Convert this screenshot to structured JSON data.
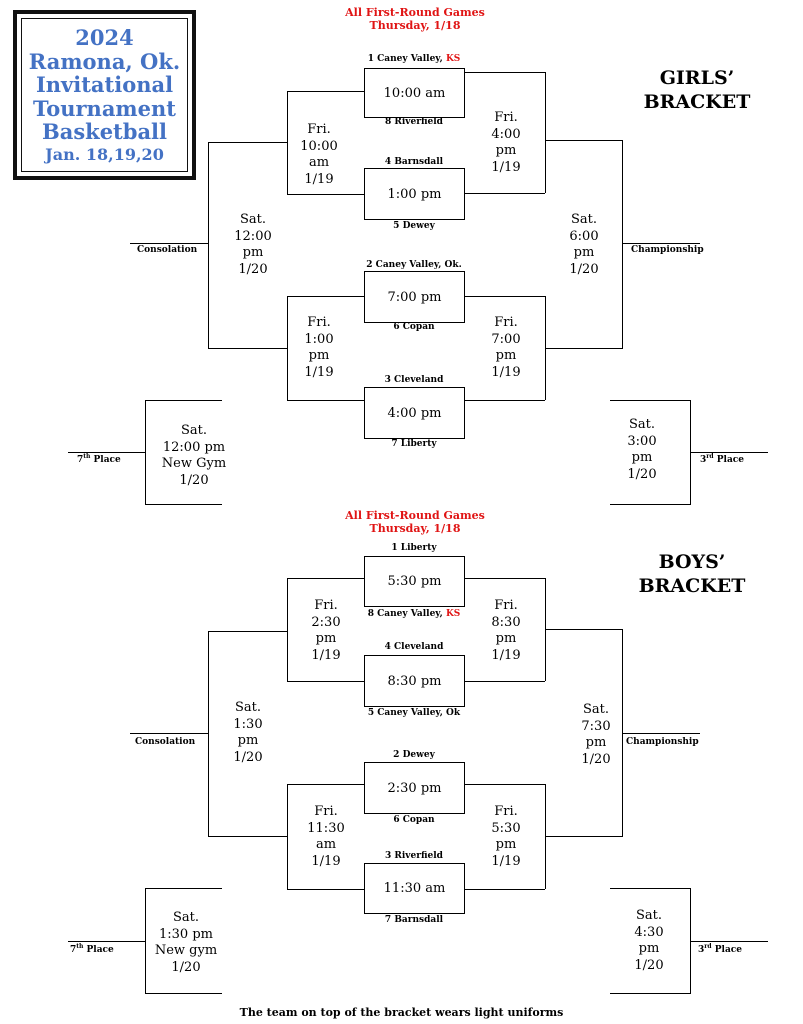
{
  "header": {
    "year": "2024",
    "line1": "Ramona, Ok.",
    "line2": "Invitational",
    "line3": "Tournament",
    "line4": "Basketball",
    "dates": "Jan. 18,19,20"
  },
  "girls": {
    "first_round_head": "All First-Round Games",
    "first_round_day": "Thursday, 1/18",
    "title_line1": "GIRLS’",
    "title_line2": "BRACKET",
    "games": [
      {
        "top_team": "1 Caney Valley, ",
        "top_ks": "KS",
        "time": "10:00 am",
        "bottom_team": "8 Riverfield"
      },
      {
        "top_team": "4 Barnsdall",
        "time": "1:00 pm",
        "bottom_team": "5 Dewey"
      },
      {
        "top_team": "2 Caney Valley, Ok.",
        "time": "7:00 pm",
        "bottom_team": "6 Copan"
      },
      {
        "top_team": "3 Cleveland",
        "time": "4:00 pm",
        "bottom_team": "7 Liberty"
      }
    ],
    "left_upper": [
      "Fri.",
      "10:00",
      "am",
      "1/19"
    ],
    "left_lower": [
      "Fri.",
      "1:00",
      "pm",
      "1/19"
    ],
    "right_upper": [
      "Fri.",
      "4:00",
      "pm",
      "1/19"
    ],
    "right_lower": [
      "Fri.",
      "7:00",
      "pm",
      "1/19"
    ],
    "consolation_time": [
      "Sat.",
      "12:00",
      "pm",
      "1/20"
    ],
    "championship_time": [
      "Sat.",
      "6:00",
      "pm",
      "1/20"
    ],
    "seventh_time": [
      "Sat.",
      "12:00 pm",
      "New Gym",
      "1/20"
    ],
    "third_time": [
      "Sat.",
      "3:00",
      "pm",
      "1/20"
    ]
  },
  "boys": {
    "first_round_head": "All First-Round Games",
    "first_round_day": "Thursday, 1/18",
    "title_line1": "BOYS’",
    "title_line2": "BRACKET",
    "games": [
      {
        "top_team": "1 Liberty",
        "time": "5:30 pm",
        "bottom_team": "8 Caney Valley, ",
        "bottom_ks": "KS"
      },
      {
        "top_team": "4 Cleveland",
        "time": "8:30 pm",
        "bottom_team": "5 Caney Valley, Ok"
      },
      {
        "top_team": "2 Dewey",
        "time": "2:30 pm",
        "bottom_team": "6 Copan"
      },
      {
        "top_team": "3 Riverfield",
        "time": "11:30 am",
        "bottom_team": "7 Barnsdall"
      }
    ],
    "left_upper": [
      "Fri.",
      "2:30",
      "pm",
      "1/19"
    ],
    "left_lower": [
      "Fri.",
      "11:30",
      "am",
      "1/19"
    ],
    "right_upper": [
      "Fri.",
      "8:30",
      "pm",
      "1/19"
    ],
    "right_lower": [
      "Fri.",
      "5:30",
      "pm",
      "1/19"
    ],
    "consolation_time": [
      "Sat.",
      "1:30",
      "pm",
      "1/20"
    ],
    "championship_time": [
      "Sat.",
      "7:30",
      "pm",
      "1/20"
    ],
    "seventh_time": [
      "Sat.",
      "1:30 pm",
      "New gym",
      "1/20"
    ],
    "third_time": [
      "Sat.",
      "4:30",
      "pm",
      "1/20"
    ]
  },
  "labels": {
    "consolation": "Consolation",
    "championship": "Championship",
    "seventh_num": "7",
    "seventh_sup": "th",
    "seventh_word": " Place",
    "third_num": "3",
    "third_sup": "rd",
    "third_word": " Place"
  },
  "footer": "The team on top of the bracket wears light uniforms"
}
